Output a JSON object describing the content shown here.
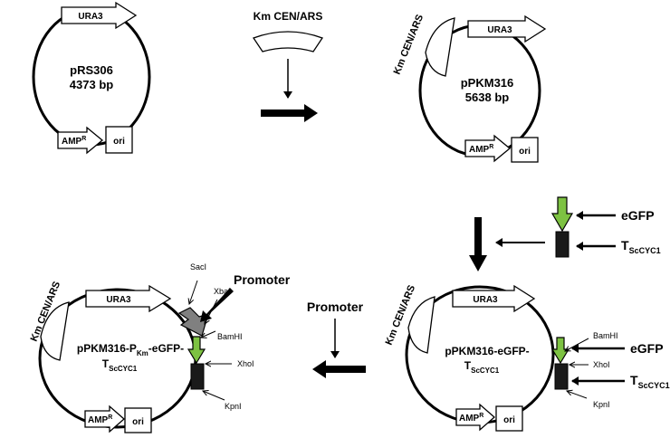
{
  "plasmid1": {
    "name": "pRS306",
    "size": "4373 bp",
    "ura3": "URA3",
    "amp": "AMP",
    "amp_sup": "R",
    "ori": "ori"
  },
  "step1": {
    "insert_label": "Km CEN/ARS"
  },
  "plasmid2": {
    "name": "pPKM316",
    "size": "5638 bp",
    "km": "Km CEN/ARS",
    "ura3": "URA3",
    "amp": "AMP",
    "amp_sup": "R",
    "ori": "ori"
  },
  "step2": {
    "egfp": "eGFP",
    "term": "T",
    "term_sub": "ScCYC1"
  },
  "plasmid3": {
    "name": "pPKM316-eGFP-",
    "name2": "T",
    "name2_sub": "ScCYC1",
    "km": "Km CEN/ARS",
    "ura3": "URA3",
    "amp": "AMP",
    "amp_sup": "R",
    "ori": "ori",
    "bamhi": "BamHI",
    "xhoi": "XhoI",
    "kpni": "KpnI",
    "egfp": "eGFP",
    "term": "T",
    "term_sub": "ScCYC1"
  },
  "step3": {
    "promoter": "Promoter"
  },
  "plasmid4": {
    "name_a": "pPKM316-P",
    "name_sub": "Km",
    "name_b": "-eGFP-",
    "name2": "T",
    "name2_sub": "ScCYC1",
    "km": "Km CEN/ARS",
    "ura3": "URA3",
    "amp": "AMP",
    "amp_sup": "R",
    "ori": "ori",
    "saci": "SacI",
    "xbai": "XbaI",
    "bamhi": "BamHI",
    "xhoi": "XhoI",
    "kpni": "KpnI",
    "promoter": "Promoter"
  },
  "colors": {
    "egfp_green": "#7dc242",
    "promoter_gray": "#808080",
    "terminator_black": "#1a1a1a"
  }
}
